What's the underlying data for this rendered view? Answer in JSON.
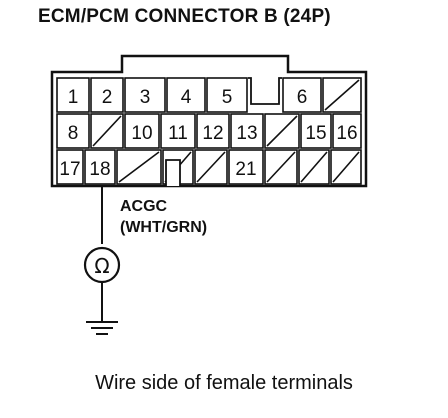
{
  "title": "ECM/PCM CONNECTOR B (24P)",
  "caption": "Wire side of female terminals",
  "wire": {
    "name": "ACGC",
    "color": "(WHT/GRN)",
    "terminal": "18"
  },
  "meter_symbol": "Ω",
  "connector": {
    "rows": [
      [
        "1",
        "2",
        "3",
        "4",
        "5",
        "",
        "6",
        ""
      ],
      [
        "8",
        "",
        "10",
        "11",
        "12",
        "13",
        "",
        "15",
        "16"
      ],
      [
        "17",
        "18",
        "",
        "",
        "",
        "21",
        "",
        "",
        ""
      ]
    ]
  }
}
